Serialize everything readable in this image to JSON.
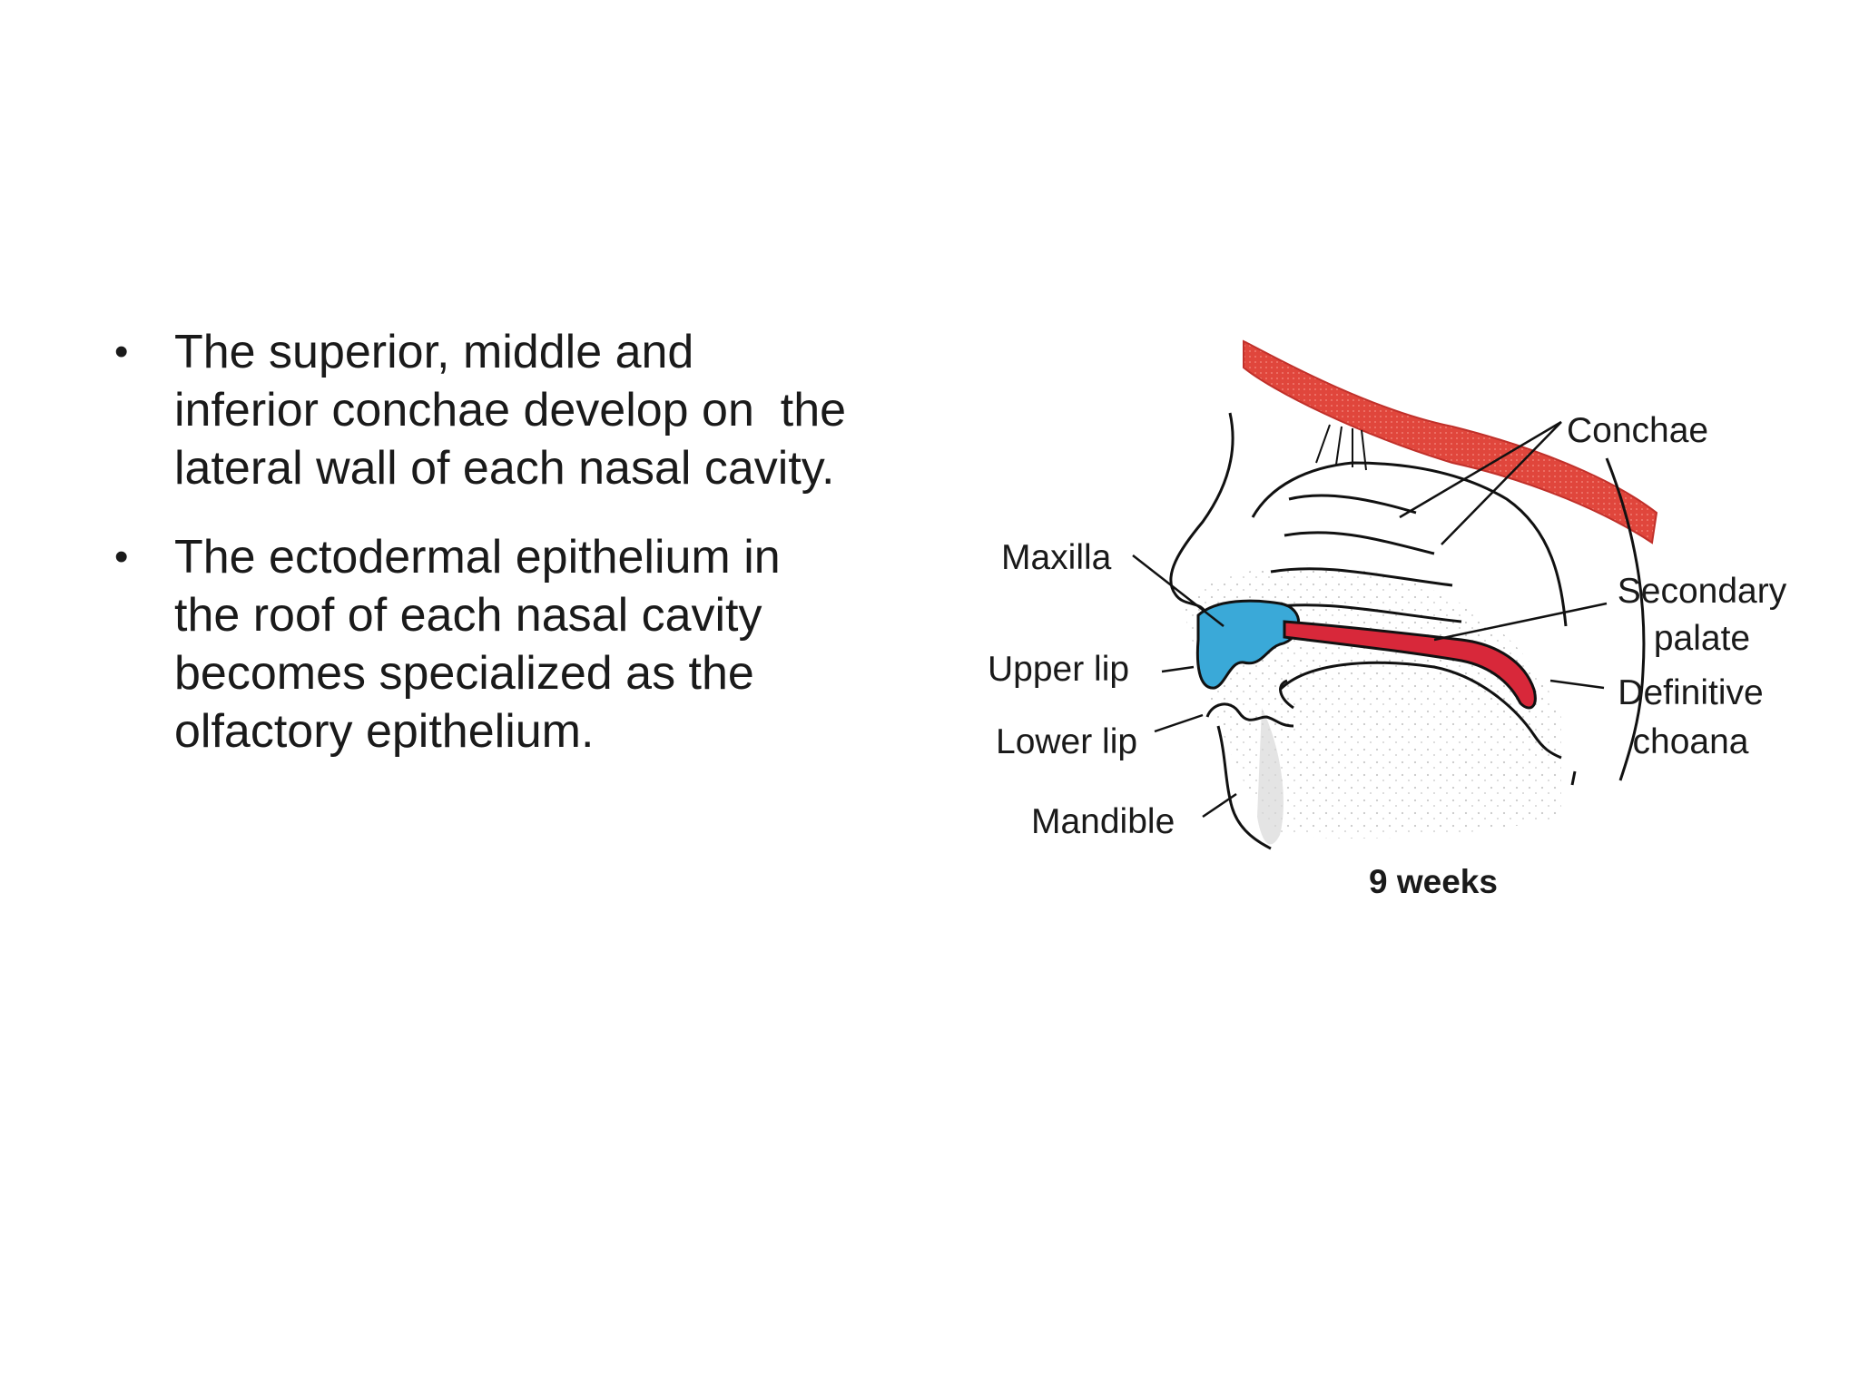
{
  "bullets": [
    {
      "lines": [
        "The superior, middle and",
        "inferior conchae develop on  the",
        "lateral wall of each nasal cavity."
      ]
    },
    {
      "lines": [
        "The ectodermal epithelium in",
        "the roof of each nasal cavity",
        "becomes specialized as the",
        "olfactory epithelium."
      ]
    }
  ],
  "bullet_glyph": "•",
  "diagram": {
    "labels": {
      "conchae": "Conchae",
      "maxilla": "Maxilla",
      "secondary_palate_1": "Secondary",
      "secondary_palate_2": "palate",
      "upper_lip": "Upper lip",
      "definitive_choana_1": "Definitive",
      "definitive_choana_2": "choana",
      "lower_lip": "Lower lip",
      "mandible": "Mandible"
    },
    "caption": "9 weeks",
    "colors": {
      "cranial_base": "#e0463c",
      "maxilla": "#3aa9d8",
      "palate": "#d8283a",
      "outline": "#111111"
    }
  }
}
